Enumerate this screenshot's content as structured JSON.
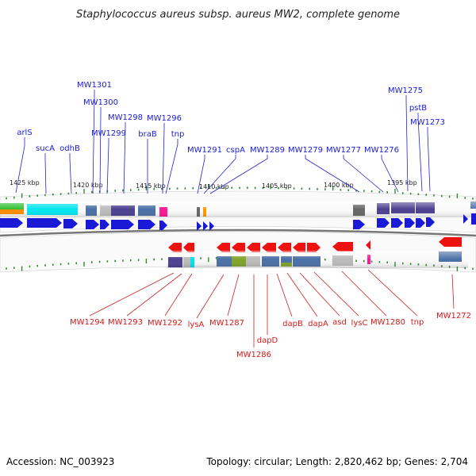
{
  "title": "Staphylococcus aureus subsp. aureus MW2, complete genome",
  "footer": {
    "accession": "Accession: NC_003923",
    "summary": "Topology: circular; Length: 2,820,462 bp; Genes: 2,704"
  },
  "ruler_labels": [
    "1425 kbp",
    "1420 kbp",
    "1415 kbp",
    "1410 kbp",
    "1405 kbp",
    "1400 kbp",
    "1395 kbp"
  ],
  "colors": {
    "forward_arrow": "#1a1ad6",
    "reverse_arrow": "#ee1111",
    "top_label": "#1a1ad6",
    "bottom_label": "#d61a1a",
    "leader_top": "#2222cc",
    "leader_bottom": "#cc2222",
    "tick": "#2e8b2e",
    "backbone": "#777777"
  },
  "top_genes": [
    "arlS",
    "sucA",
    "odhB",
    "MW1301",
    "MW1300",
    "MW1299",
    "MW1298",
    "braB",
    "MW1296",
    "tnp",
    "MW1291",
    "cspA",
    "MW1289",
    "MW1279",
    "MW1277",
    "MW1276",
    "MW1275",
    "pstB",
    "MW1273"
  ],
  "bottom_genes": [
    "MW1294",
    "MW1293",
    "MW1292",
    "lysA",
    "MW1287",
    "dapD",
    "MW1286",
    "dapB",
    "dapA",
    "asd",
    "lysC",
    "MW1280",
    "tnp",
    "MW1272"
  ]
}
